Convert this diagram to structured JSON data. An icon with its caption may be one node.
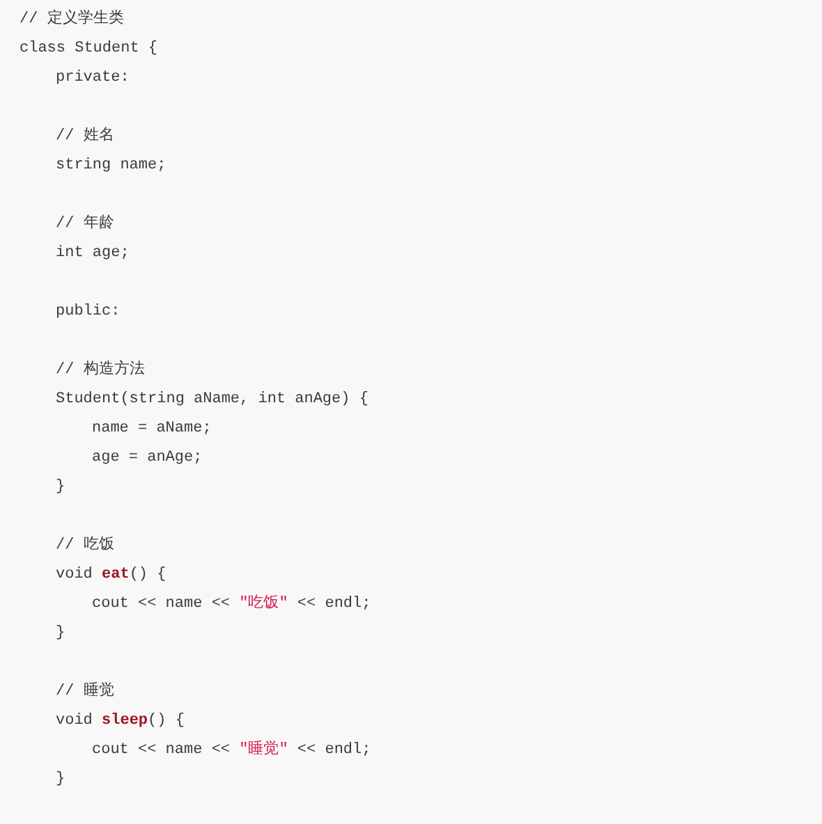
{
  "diagram": {
    "labels": [
      "// 定义学生类",
      "class Student {",
      "private:",
      "// 姓名",
      "string name;",
      "// 年龄",
      "int age;",
      "public:",
      "// 构造方法",
      "Student(string aName, int anAge) {",
      "name = aName;",
      "age = anAge;",
      "}",
      "// 吃饭",
      "void **eat**() {",
      "cout << name << \"吃饭\" << endl;",
      "}",
      "// 睡觉",
      "void **sleep**() {",
      "cout << name << \"睡觉\" << endl;",
      "}"
    ]
  }
}
